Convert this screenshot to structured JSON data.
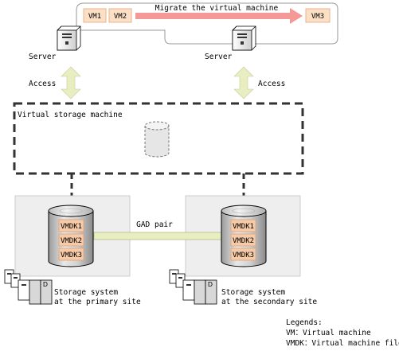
{
  "migration": {
    "label": "Migrate the virtual machine",
    "source_vms": [
      "VM1",
      "VM2"
    ],
    "target_vm": "VM3"
  },
  "servers": {
    "left_label": "Server",
    "right_label": "Server",
    "left_access": "Access",
    "right_access": "Access"
  },
  "virtual_storage": {
    "label": "Virtual storage machine"
  },
  "storage": {
    "primary": {
      "line1": "Storage system",
      "line2": "at the primary site",
      "volumes": [
        "VMDK1",
        "VMDK2",
        "VMDK3"
      ]
    },
    "secondary": {
      "line1": "Storage system",
      "line2": "at the secondary site",
      "volumes": [
        "VMDK1",
        "VMDK2",
        "VMDK3"
      ]
    },
    "pair_label": "GAD pair"
  },
  "legend": {
    "title": "Legends:",
    "line1": "VM：Virtual machine",
    "line2": "VMDK：Virtual machine file"
  },
  "colors": {
    "vm_fill": "#fbe0c6",
    "vm_border": "#e8b48c",
    "migrate_arrow": "#f49898",
    "access_arrow": "#e8eec0",
    "site_fill": "#eeeeee",
    "pair_band": "#e8eec0",
    "vmdk_fill": "#f7caa8"
  }
}
